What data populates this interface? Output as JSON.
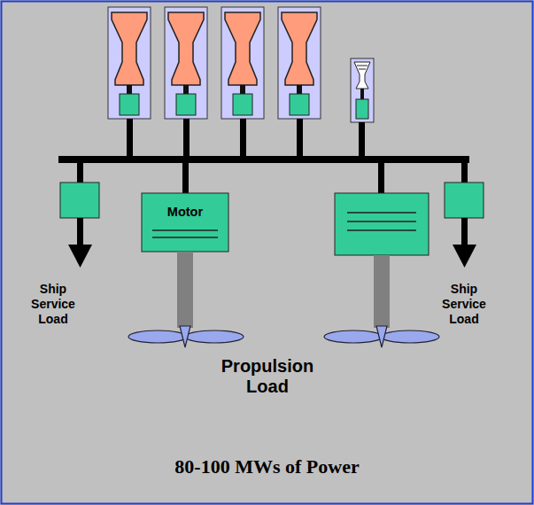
{
  "diagram": {
    "caption": "80-100 MWs of Power",
    "nodes": [
      {
        "text": [
          "Motor"
        ]
      }
    ],
    "labels": [
      "Ship Service Load",
      "Ship Service Load",
      "Propulsion Load"
    ]
  }
}
